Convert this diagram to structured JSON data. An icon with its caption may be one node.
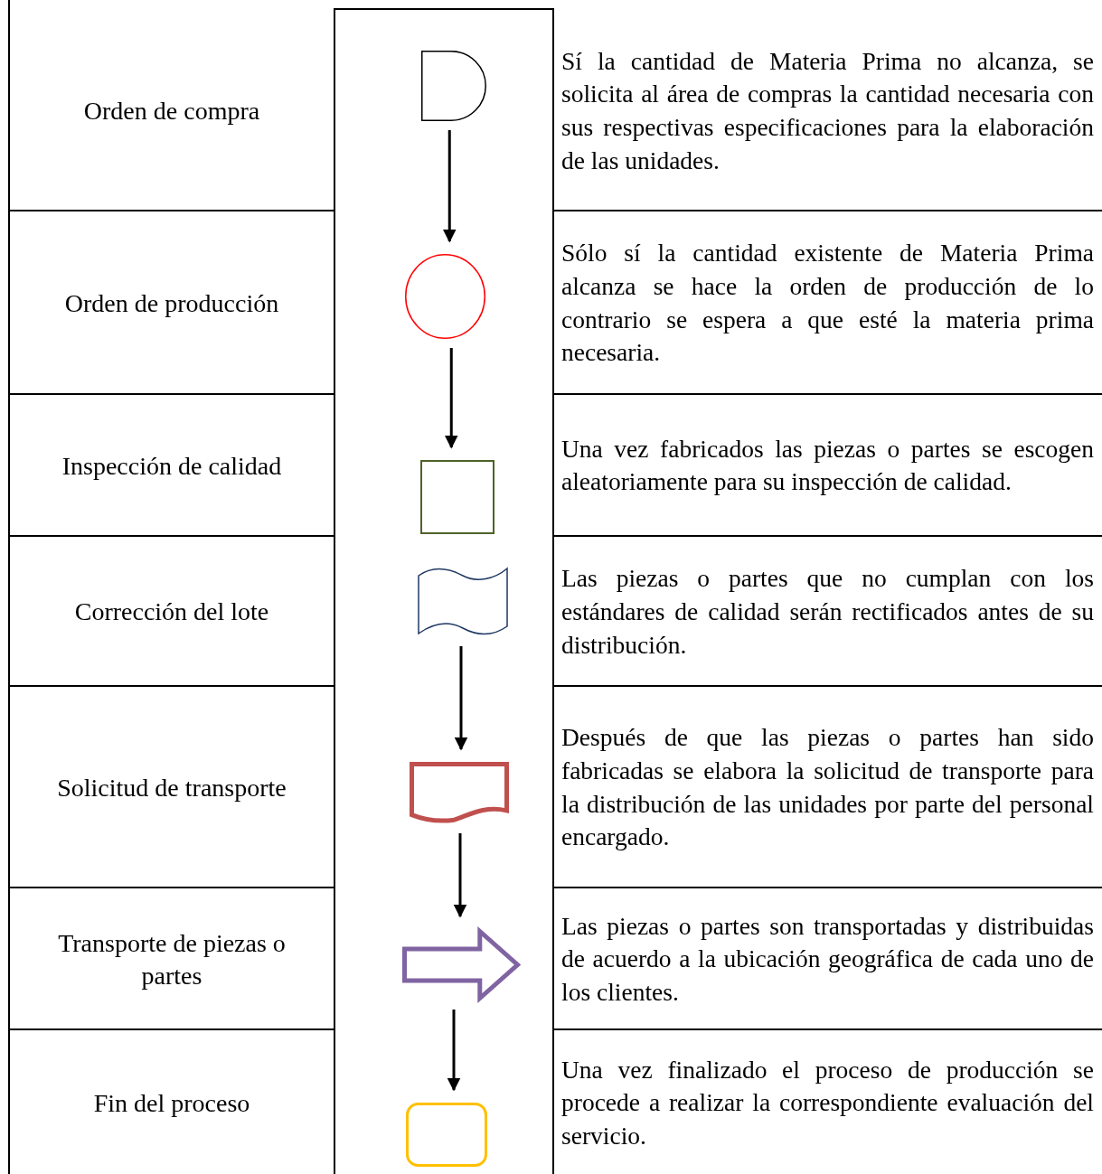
{
  "diagram": {
    "nodes": [
      {
        "text": [],
        "shape": "delay"
      },
      {
        "text": [],
        "shape": "circle"
      },
      {
        "text": [],
        "shape": "box"
      },
      {
        "text": [],
        "shape": "tape"
      },
      {
        "text": [],
        "shape": "document"
      },
      {
        "text": [],
        "shape": "arrow"
      },
      {
        "text": [],
        "shape": "rounded-box"
      }
    ],
    "edges": [
      {
        "from": 0,
        "to": 1,
        "arrow": "to"
      },
      {
        "from": 1,
        "to": 2,
        "arrow": "to"
      },
      {
        "from": 3,
        "to": 4,
        "arrow": "to"
      },
      {
        "from": 4,
        "to": 5,
        "arrow": "to"
      },
      {
        "from": 5,
        "to": 6,
        "arrow": "to"
      }
    ],
    "labels": [
      "Orden de compra",
      "Sí la cantidad de Materia Prima no alcanza, se solicita al área de compras la cantidad necesaria con sus respectivas especificaciones para la elaboración de las unidades.",
      "Orden de producción",
      "Sólo sí la cantidad existente de Materia Prima alcanza se hace la orden de producción de lo contrario se espera a que esté la materia prima necesaria.",
      "Inspección de calidad",
      "Una vez fabricados las piezas o partes se escogen aleatoriamente para su inspección de calidad.",
      "Corrección del lote",
      "Las piezas o partes que no cumplan con los estándares de calidad serán rectificados antes de su distribución.",
      "Solicitud de transporte",
      "Después de que las piezas o partes han sido fabricadas se elabora la solicitud de transporte para la distribución de las unidades por  parte del personal encargado.",
      "Transporte de piezas o partes",
      "Las piezas o partes son transportadas y distribuidas de acuerdo a la ubicación geográfica de cada uno de los clientes.",
      "Fin del proceso",
      "Una vez finalizado el proceso de producción se procede a realizar la correspondiente evaluación del servicio."
    ]
  }
}
